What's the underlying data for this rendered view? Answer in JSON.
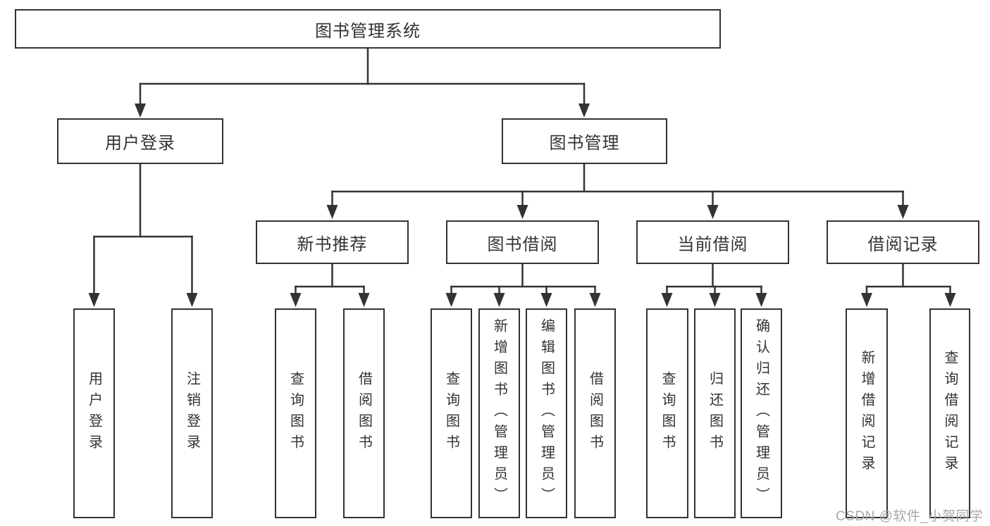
{
  "diagram_title": "图书管理系统",
  "nodes": {
    "root": "图书管理系统",
    "level2": [
      "用户登录",
      "图书管理"
    ],
    "level3": [
      "新书推荐",
      "图书借阅",
      "当前借阅",
      "借阅记录"
    ],
    "level4": {
      "user_login": [
        "用户登录",
        "注销登录"
      ],
      "new_book": [
        "查询图书",
        "借阅图书"
      ],
      "borrowing": [
        "查询图书",
        "新增图书（管理员）",
        "编辑图书（管理员）",
        "借阅图书"
      ],
      "current": [
        "查询图书",
        "归还图书",
        "确认归还（管理员）"
      ],
      "records": [
        "新增借阅记录",
        "查询借阅记录"
      ]
    }
  },
  "watermark": "CSDN @软件_小贺同学",
  "colors": {
    "line": "#333333",
    "text": "#333333",
    "background": "#ffffff",
    "watermark": "#a8a8a8"
  }
}
